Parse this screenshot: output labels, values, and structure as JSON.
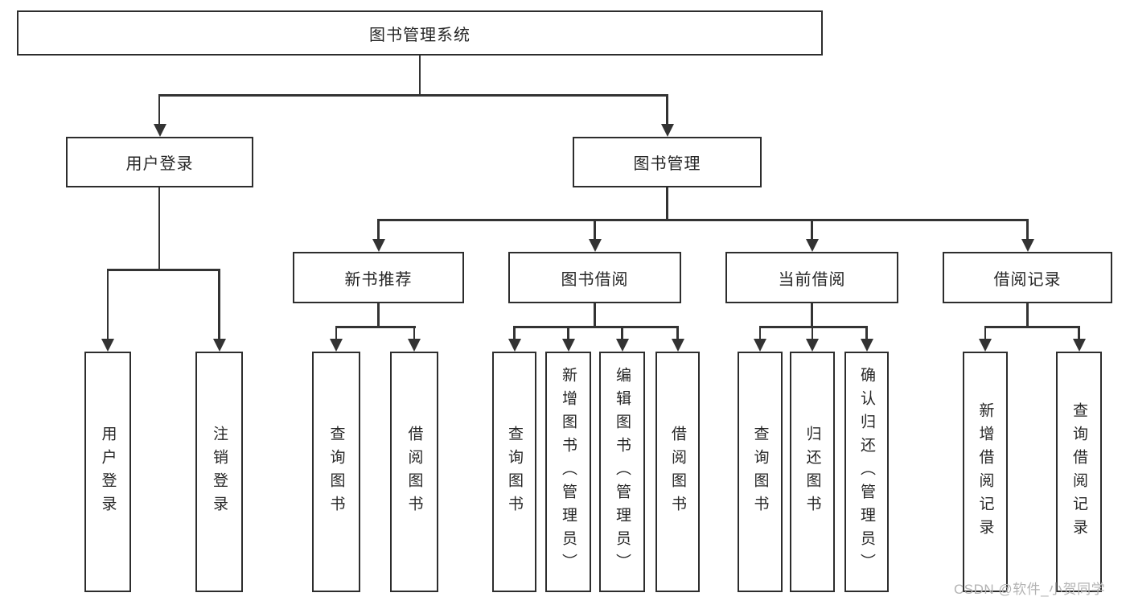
{
  "nodes": {
    "root": "图书管理系统",
    "level1": [
      "用户登录",
      "图书管理"
    ],
    "level2": [
      "新书推荐",
      "图书借阅",
      "当前借阅",
      "借阅记录"
    ],
    "leaves": {
      "user_login": [
        "用户登录",
        "注销登录"
      ],
      "new_book_recommend": [
        "查询图书",
        "借阅图书"
      ],
      "book_borrow": [
        "查询图书",
        "新增图书（管理员）",
        "编辑图书（管理员）",
        "借阅图书"
      ],
      "current_borrow": [
        "查询图书",
        "归还图书",
        "确认归还（管理员）"
      ],
      "borrow_records": [
        "新增借阅记录",
        "查询借阅记录"
      ]
    }
  },
  "watermark": "CSDN @软件_小贺同学",
  "colors": {
    "line": "#333333",
    "box_border": "#2d2d2d",
    "text": "#262626",
    "watermark": "#b3b3b3",
    "background": "#ffffff"
  }
}
